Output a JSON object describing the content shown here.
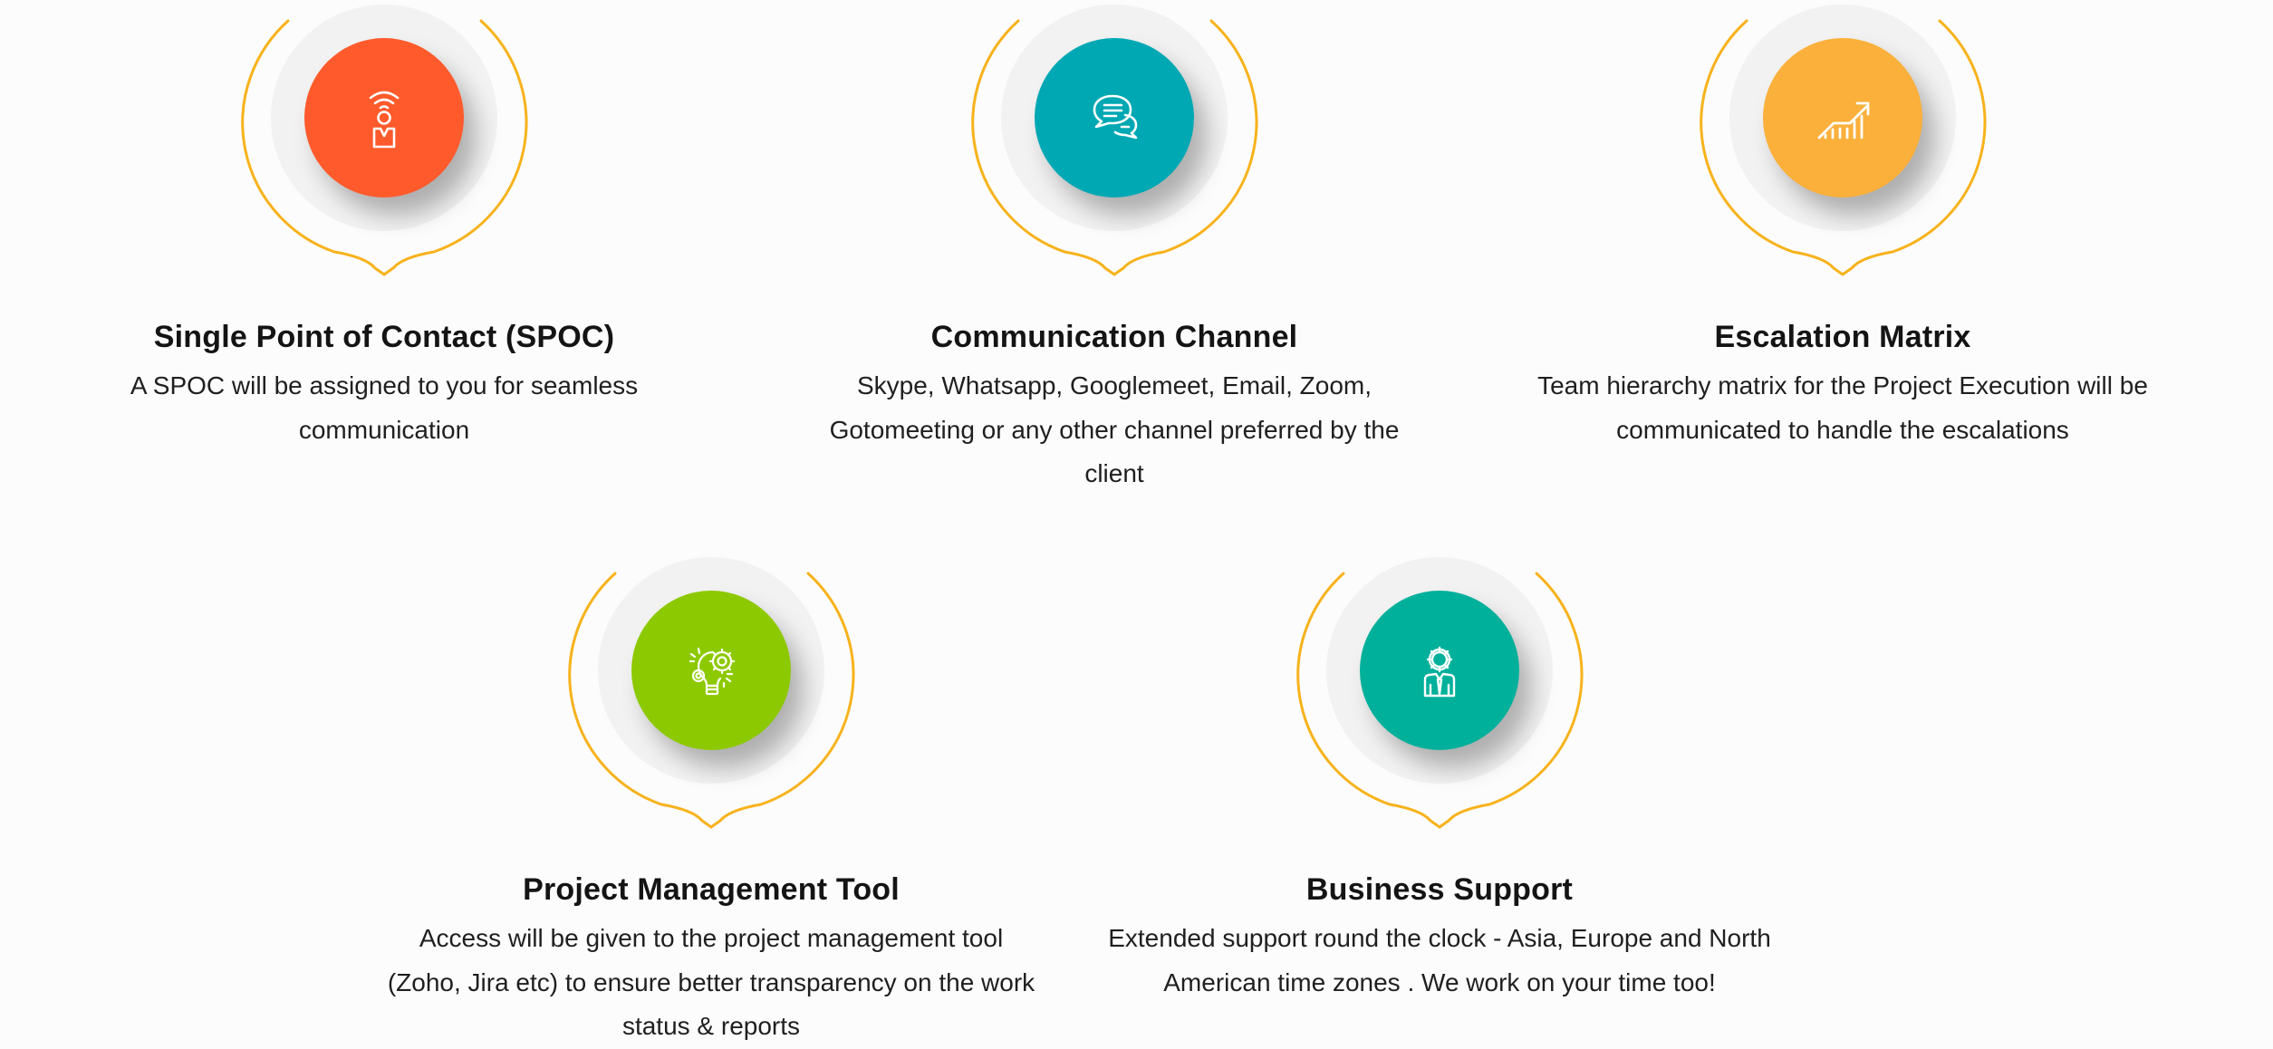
{
  "theme": {
    "background": "#fcfcfc",
    "ring_color": "#f7b21b",
    "disk_color": "#f2f2f2"
  },
  "features": [
    {
      "title": "Single Point of Contact (SPOC)",
      "description": "A SPOC will be assigned to you for seamless communication",
      "icon": "person-signal-icon",
      "color": "#ff5a2b"
    },
    {
      "title": "Communication Channel",
      "description": "Skype, Whatsapp, Googlemeet, Email, Zoom, Gotomeeting or any other channel preferred by the client",
      "icon": "chat-bubbles-icon",
      "color": "#00a8b3"
    },
    {
      "title": "Escalation Matrix",
      "description": "Team hierarchy matrix for the Project Execution will be communicated to handle the escalations",
      "icon": "growth-chart-icon",
      "color": "#fbb03b"
    },
    {
      "title": "Project Management Tool",
      "description": "Access will be given to the project management tool (Zoho, Jira etc) to ensure better transparency on the work status & reports",
      "icon": "bulb-gears-icon",
      "color": "#8dc900"
    },
    {
      "title": "Business Support",
      "description": "Extended support round the clock - Asia, Europe and North American time zones . We work on your time too!",
      "icon": "businessman-gear-icon",
      "color": "#00b09b"
    }
  ]
}
